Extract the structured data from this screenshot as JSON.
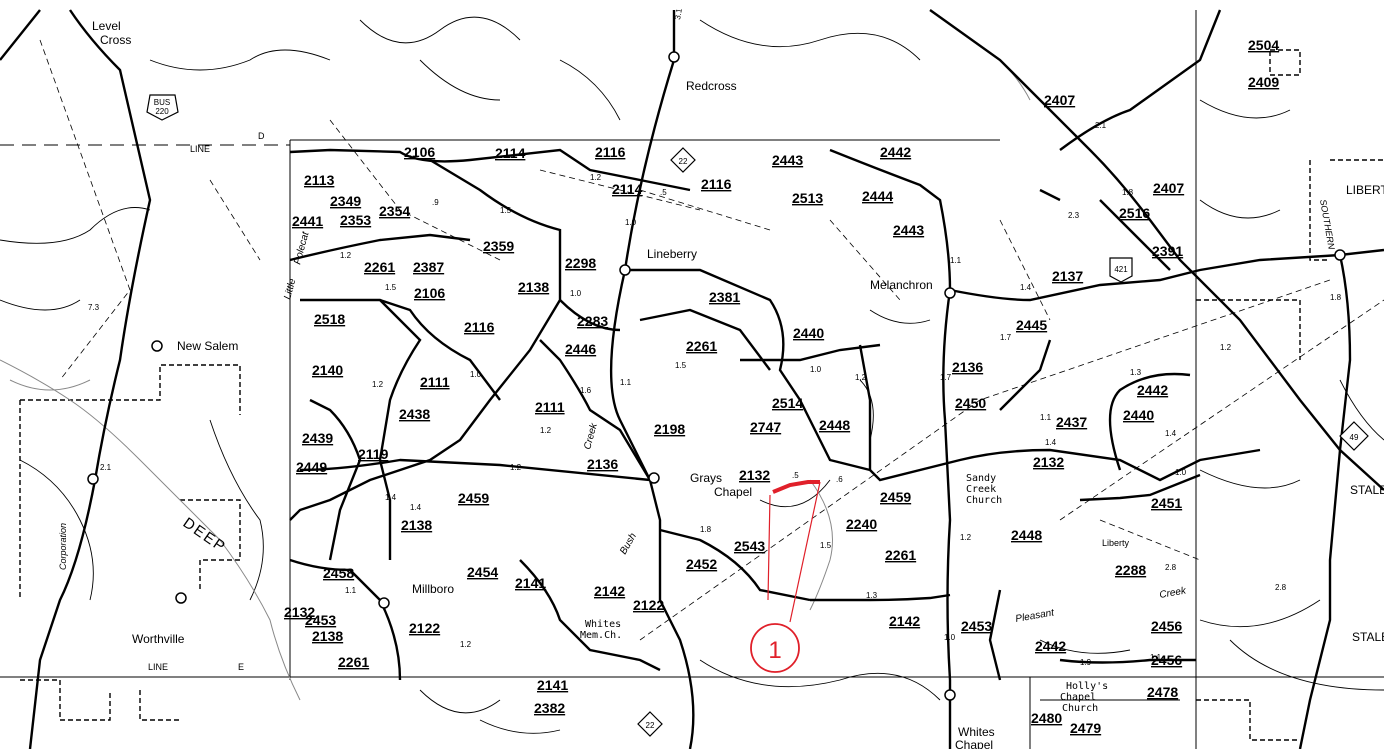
{
  "places": {
    "level_cross": "Level\nCross",
    "redcross": "Redcross",
    "lineberry": "Lineberry",
    "melanchron": "Melanchron",
    "new_salem": "New Salem",
    "grays_chapel": "Grays\nChapel",
    "millboro": "Millboro",
    "worthville": "Worthville",
    "whites_chapel": "Whites\nChapel",
    "whites_mem_ch": "Whites\nMem.Ch.",
    "sandy_creek_church": "Sandy\nCreek\nChurch",
    "hollys_chapel_church": "Holly's\nChapel\nChurch",
    "liberty_town": "Liberty",
    "liberty_edge": "LIBERT",
    "staley": "STALE",
    "staley2": "STALEY"
  },
  "water": {
    "deep": "DEEP",
    "little_polecat": "Little\nPolecat",
    "creek": "Creek",
    "bush": "Bush",
    "pleasant": "Pleasant",
    "creek2": "Creek"
  },
  "line_labels": {
    "line_top": "LINE",
    "d": "D",
    "line_bottom": "LINE",
    "e": "E",
    "corporation": "Corporation",
    "southern": "SOUTHERN"
  },
  "shields": {
    "bus220_top": "BUS",
    "bus220_num": "220",
    "nc22_top": "22",
    "nc22_bottom": "22",
    "us421": "421",
    "nc49": "49"
  },
  "callout": {
    "number": "1",
    "color": "#e0202a"
  },
  "routes": [
    "2504",
    "2409",
    "2407",
    "2407",
    "2106",
    "2114",
    "2116",
    "2443",
    "2442",
    "2113",
    "2349",
    "2353",
    "2354",
    "2114",
    "2116",
    "2513",
    "2444",
    "2443",
    "2516",
    "2441",
    "2359",
    "2391",
    "2261",
    "2387",
    "2298",
    "2138",
    "2106",
    "2137",
    "2518",
    "2116",
    "2283",
    "2381",
    "2445",
    "2440",
    "2261",
    "2446",
    "2140",
    "2111",
    "2136",
    "2442",
    "2438",
    "2111",
    "2198",
    "2747",
    "2514",
    "2448",
    "2450",
    "2440",
    "2437",
    "2439",
    "2119",
    "2132",
    "2449",
    "2136",
    "2132",
    "2459",
    "2451",
    "2459",
    "2138",
    "2240",
    "2448",
    "2543",
    "2453",
    "2261",
    "2452",
    "2454",
    "2141",
    "2142",
    "2288",
    "2458",
    "2122",
    "2142",
    "2453",
    "2442",
    "2456",
    "2132",
    "2138",
    "2122",
    "2456",
    "2261",
    "2141",
    "2478",
    "2382",
    "2480",
    "2479"
  ],
  "colors": {
    "road": "#000000",
    "highlight": "#e0202a",
    "background": "#ffffff"
  }
}
